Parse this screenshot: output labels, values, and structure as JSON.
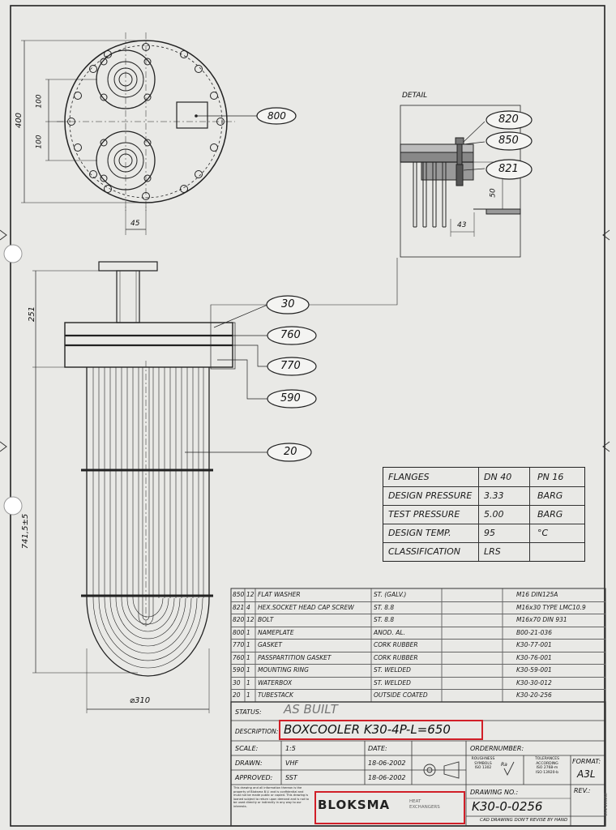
{
  "detail_label": "DETAIL",
  "dimensions": {
    "top_height": "400",
    "flange_spacing_upper": "100",
    "flange_spacing_lower": "100",
    "flange_offset": "45",
    "detail_vertical": "50",
    "detail_horizontal": "43",
    "box_height": "251",
    "tube_length": "741,5±5",
    "diameter": "⌀310"
  },
  "callouts": [
    "800",
    "820",
    "850",
    "821",
    "30",
    "760",
    "770",
    "590",
    "20"
  ],
  "spec_table": [
    {
      "label": "FLANGES",
      "value": "DN 40",
      "unit": "PN 16"
    },
    {
      "label": "DESIGN PRESSURE",
      "value": "3.33",
      "unit": "BARG"
    },
    {
      "label": "TEST PRESSURE",
      "value": "5.00",
      "unit": "BARG"
    },
    {
      "label": "DESIGN TEMP.",
      "value": "95",
      "unit": "°C"
    },
    {
      "label": "CLASSIFICATION",
      "value": "LRS",
      "unit": ""
    }
  ],
  "parts_list": [
    {
      "no": "850",
      "qty": "12",
      "desc": "FLAT WASHER",
      "material": "ST. (GALV.)",
      "ref": "M16 DIN125A"
    },
    {
      "no": "821",
      "qty": "4",
      "desc": "HEX.SOCKET HEAD CAP SCREW",
      "material": "ST. 8.8",
      "ref": "M16x30 TYPE LMC10.9"
    },
    {
      "no": "820",
      "qty": "12",
      "desc": "BOLT",
      "material": "ST. 8.8",
      "ref": "M16x70 DIN 931"
    },
    {
      "no": "800",
      "qty": "1",
      "desc": "NAMEPLATE",
      "material": "ANOD. AL.",
      "ref": "B00-21-036"
    },
    {
      "no": "770",
      "qty": "1",
      "desc": "GASKET",
      "material": "CORK RUBBER",
      "ref": "K30-77-001"
    },
    {
      "no": "760",
      "qty": "1",
      "desc": "PASSPARTITION GASKET",
      "material": "CORK RUBBER",
      "ref": "K30-76-001"
    },
    {
      "no": "590",
      "qty": "1",
      "desc": "MOUNTING RING",
      "material": "ST. WELDED",
      "ref": "K30-59-001"
    },
    {
      "no": "30",
      "qty": "1",
      "desc": "WATERBOX",
      "material": "ST. WELDED",
      "ref": "K30-30-012"
    },
    {
      "no": "20",
      "qty": "1",
      "desc": "TUBESTACK",
      "material": "OUTSIDE COATED",
      "ref": "K30-20-256"
    }
  ],
  "title_block": {
    "status_label": "STATUS:",
    "status_value": "AS BUILT",
    "description_label": "DESCRIPTION:",
    "description_value": "BOXCOOLER K30-4P-L=650",
    "scale_label": "SCALE:",
    "scale_value": "1:5",
    "date_label": "DATE:",
    "ordernumber_label": "ORDERNUMBER:",
    "drawn_label": "DRAWN:",
    "drawn_value": "VHF",
    "drawn_date": "18-06-2002",
    "approved_label": "APPROVED:",
    "approved_value": "SST",
    "approved_date": "18-06-2002",
    "roughness_line1": "ROUGHNESS",
    "roughness_line2": "SYMBOLS",
    "roughness_line3": "ISO 1302",
    "ra_label": "Ra",
    "tolerances_line1": "TOLERANCES",
    "tolerances_line2": "ACCORDING",
    "tolerances_line3": "ISO 2768-m",
    "tolerances_line4": "ISO 13920-b",
    "format_label": "FORMAT:",
    "format_value": "A3L",
    "rev_label": "REV.:",
    "drawing_no_label": "DRAWING NO.:",
    "drawing_no_value": "K30-0-0256",
    "cad_note": "CAD DRAWING DON'T REVISE BY HAND",
    "company": "BLOKSMA",
    "company_sub1": "HEAT",
    "company_sub2": "EXCHANGERS",
    "disclaimer": "This drawing and all information thereon is the property of Bloksma B.V. and is confidential and must not be made public or copied. This drawing is loaned subject to return upon demand and is not to be used directly or indirectly in any way to our interests.",
    "side_note": "13.2 20025E"
  },
  "colors": {
    "paper": "#e9e9e6",
    "ink": "#1a1a1a",
    "highlight": "#d11f28"
  }
}
